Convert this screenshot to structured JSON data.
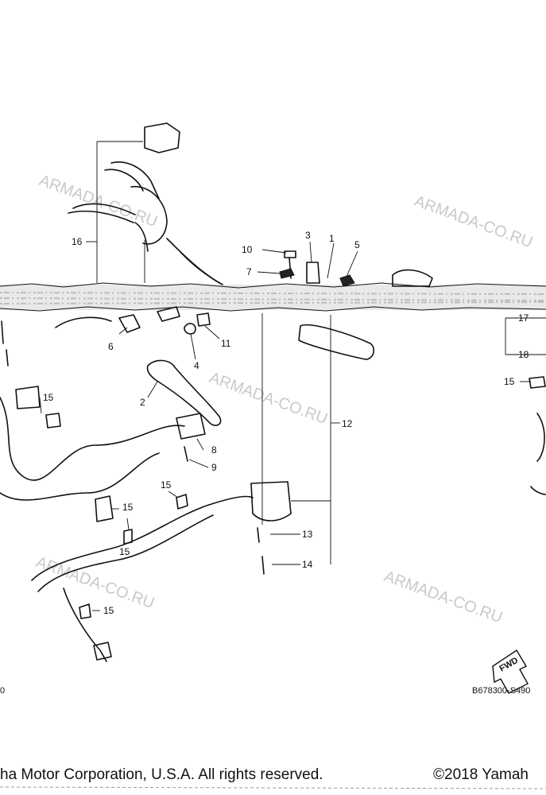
{
  "watermarks": [
    "ARMADA-CO.RU",
    "ARMADA-CO.RU",
    "ARMADA-CO.RU",
    "ARMADA-CO.RU",
    "ARMADA-CO.RU"
  ],
  "callouts": [
    "1",
    "2",
    "3",
    "4",
    "5",
    "6",
    "7",
    "8",
    "9",
    "10",
    "11",
    "12",
    "13",
    "14",
    "15",
    "15",
    "15",
    "15",
    "15",
    "15",
    "16",
    "17",
    "18"
  ],
  "diagram_code": "B678300-S490",
  "fwd_label": "FWD",
  "page_marker": "0",
  "copyright_left": "ha Motor Corporation, U.S.A. All rights reserved.",
  "copyright_right": "©2018 Yamah"
}
